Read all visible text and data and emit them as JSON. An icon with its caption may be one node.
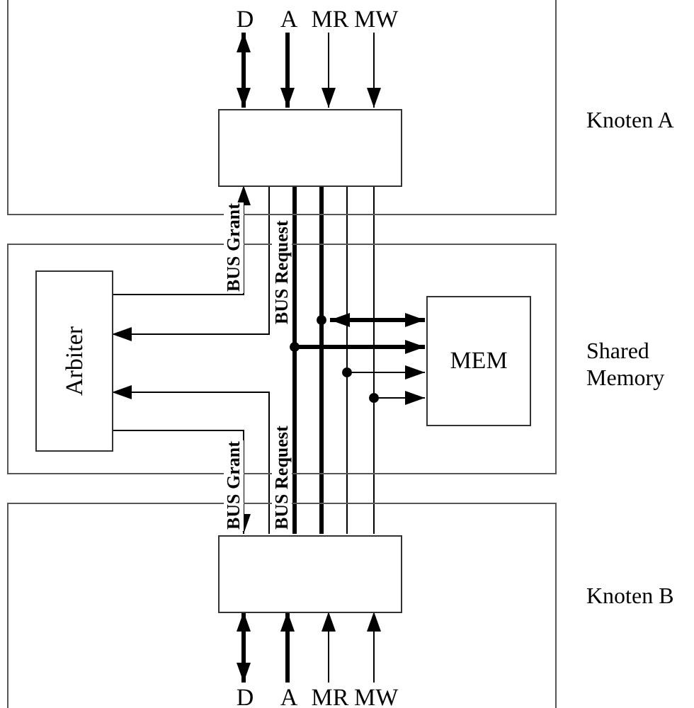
{
  "diagram": {
    "nodes": [
      {
        "text": [
          "Knoten A"
        ]
      },
      {
        "text": [],
        "shape": "box",
        "in": 0
      },
      {
        "text": [
          "D"
        ],
        "in": 0
      },
      {
        "text": [
          "A"
        ],
        "in": 0
      },
      {
        "text": [
          "MR"
        ],
        "in": 0
      },
      {
        "text": [
          "MW"
        ],
        "in": 0
      },
      {
        "text": [
          "Shared Memory"
        ]
      },
      {
        "text": [
          "Arbiter"
        ],
        "in": 6
      },
      {
        "text": [
          "MEM"
        ],
        "in": 6
      },
      {
        "text": [
          "Knoten B"
        ]
      },
      {
        "text": [],
        "shape": "box",
        "in": 9
      },
      {
        "text": [
          "D"
        ],
        "in": 9
      },
      {
        "text": [
          "A"
        ],
        "in": 9
      },
      {
        "text": [
          "MR"
        ],
        "in": 9
      },
      {
        "text": [
          "MW"
        ],
        "in": 9
      }
    ],
    "edges": [
      {
        "from": 2,
        "to": 1,
        "arrow": "both",
        "style": "thick"
      },
      {
        "from": 3,
        "to": 1,
        "arrow": "to",
        "style": "thick"
      },
      {
        "from": 4,
        "to": 1,
        "arrow": "to"
      },
      {
        "from": 5,
        "to": 1,
        "arrow": "to"
      },
      {
        "from": 10,
        "to": 11,
        "arrow": "both",
        "style": "thick"
      },
      {
        "from": 12,
        "to": 10,
        "arrow": "to",
        "style": "thick"
      },
      {
        "from": 13,
        "to": 10,
        "arrow": "to"
      },
      {
        "from": 14,
        "to": 10,
        "arrow": "to"
      },
      {
        "from": 7,
        "to": 1,
        "arrow": "to",
        "label": "BUS Grant"
      },
      {
        "from": 1,
        "to": 7,
        "arrow": "to",
        "label": "BUS Request"
      },
      {
        "from": 7,
        "to": 10,
        "arrow": "to",
        "label": "BUS Grant"
      },
      {
        "from": 10,
        "to": 7,
        "arrow": "to",
        "label": "BUS Request"
      },
      {
        "from": 1,
        "to": 10,
        "arrow": "none",
        "style": "thick"
      },
      {
        "from": 1,
        "to": 10,
        "arrow": "none",
        "style": "thick"
      },
      {
        "from": 1,
        "to": 10,
        "arrow": "none"
      },
      {
        "from": 1,
        "to": 10,
        "arrow": "none"
      },
      {
        "from": null,
        "to": 8,
        "arrow": "both",
        "style": "thick"
      },
      {
        "from": null,
        "to": 8,
        "arrow": "to",
        "style": "thick"
      },
      {
        "from": null,
        "to": 8,
        "arrow": "to"
      },
      {
        "from": null,
        "to": 8,
        "arrow": "to"
      }
    ]
  }
}
